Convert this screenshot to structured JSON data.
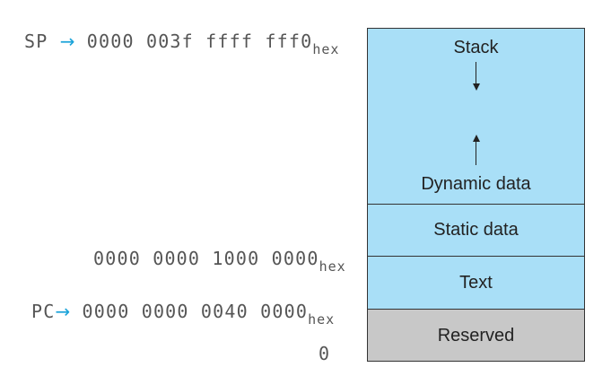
{
  "addresses": {
    "sp": {
      "register": "SP",
      "arrow": "→",
      "value": "0000 003f ffff fff0",
      "suffix": "hex"
    },
    "static_start": {
      "value": "0000 0000 1000 0000",
      "suffix": "hex"
    },
    "pc": {
      "register": "PC",
      "arrow": "→",
      "value": "0000 0000 0040 0000",
      "suffix": "hex"
    },
    "zero": {
      "value": "0"
    }
  },
  "segments": {
    "stack": "Stack",
    "dynamic": "Dynamic data",
    "static": "Static data",
    "text": "Text",
    "reserved": "Reserved"
  },
  "colors": {
    "segment_fill": "#a9dff7",
    "reserved_fill": "#c8c8c8",
    "arrow_color": "#1aa3d9"
  }
}
